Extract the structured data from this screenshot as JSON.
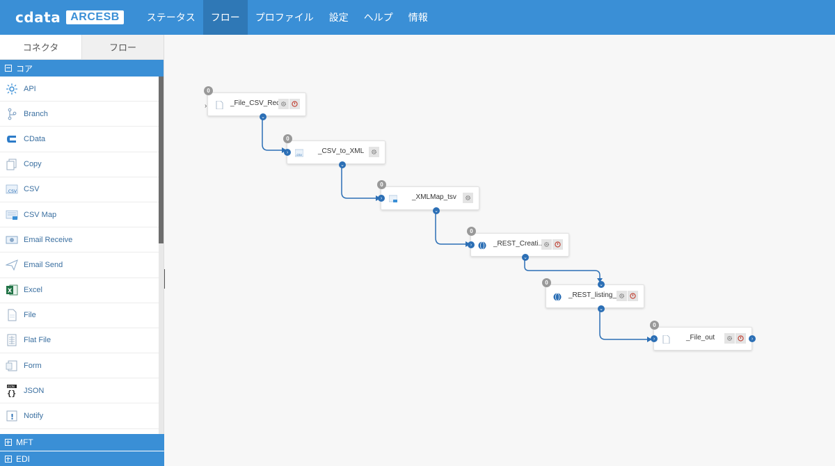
{
  "brand": {
    "left": "cdata",
    "right": "ARCESB"
  },
  "nav": [
    {
      "label": "ステータス",
      "active": false
    },
    {
      "label": "フロー",
      "active": true
    },
    {
      "label": "プロファイル",
      "active": false
    },
    {
      "label": "設定",
      "active": false
    },
    {
      "label": "ヘルプ",
      "active": false
    },
    {
      "label": "情報",
      "active": false
    }
  ],
  "sidebar": {
    "tabs": [
      {
        "label": "コネクタ"
      },
      {
        "label": "フロー"
      }
    ],
    "core_header": "コア",
    "items": [
      {
        "label": "API",
        "icon": "api-icon"
      },
      {
        "label": "Branch",
        "icon": "branch-icon"
      },
      {
        "label": "CData",
        "icon": "cdata-icon"
      },
      {
        "label": "Copy",
        "icon": "copy-icon"
      },
      {
        "label": "CSV",
        "icon": "csv-icon"
      },
      {
        "label": "CSV Map",
        "icon": "csv-map-icon"
      },
      {
        "label": "Email Receive",
        "icon": "email-receive-icon"
      },
      {
        "label": "Email Send",
        "icon": "email-send-icon"
      },
      {
        "label": "Excel",
        "icon": "excel-icon"
      },
      {
        "label": "File",
        "icon": "file-icon"
      },
      {
        "label": "Flat File",
        "icon": "flat-file-icon"
      },
      {
        "label": "Form",
        "icon": "form-icon"
      },
      {
        "label": "JSON",
        "icon": "json-icon"
      },
      {
        "label": "Notify",
        "icon": "notify-icon"
      }
    ],
    "mft_header": "MFT",
    "edi_header": "EDI"
  },
  "flow": {
    "nodes": [
      {
        "id": "n1",
        "label": "_File_CSV_Rec...",
        "badge": "0",
        "icon": "file-icon",
        "stop": true
      },
      {
        "id": "n2",
        "label": "_CSV_to_XML",
        "badge": "0",
        "icon": "csv-icon",
        "stop": false
      },
      {
        "id": "n3",
        "label": "_XMLMap_tsv",
        "badge": "0",
        "icon": "xml-map-icon",
        "stop": false
      },
      {
        "id": "n4",
        "label": "_REST_Creati...",
        "badge": "0",
        "icon": "rest-icon",
        "stop": true
      },
      {
        "id": "n5",
        "label": "_REST_listing_...",
        "badge": "0",
        "icon": "rest-icon",
        "stop": true
      },
      {
        "id": "n6",
        "label": "_File_out",
        "badge": "0",
        "icon": "file-icon",
        "stop": true
      }
    ],
    "colors": {
      "wire": "#2c6fb5",
      "accent": "#3a8fd6",
      "stop": "#c0392b"
    }
  }
}
